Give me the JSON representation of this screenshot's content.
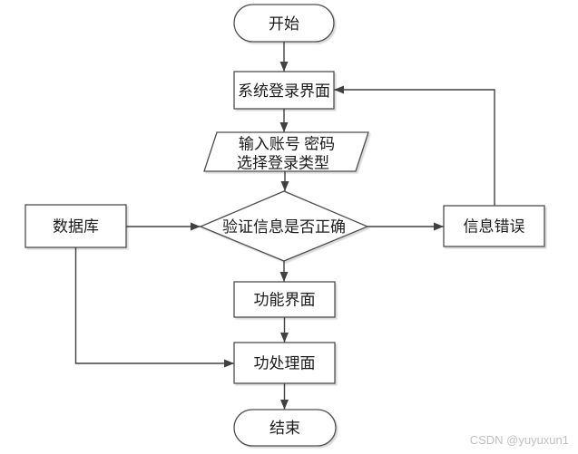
{
  "colors": {
    "background": "#ffffff",
    "line": "#404040",
    "shape-border": "#4d4d4d",
    "shape-fill": "#ffffff",
    "text": "#1a1a1a",
    "watermark": "#c0c0c0"
  },
  "flowchart": {
    "nodes": {
      "start": {
        "type": "terminator",
        "label": "开始"
      },
      "login": {
        "type": "process",
        "label": "系统登录界面"
      },
      "input": {
        "type": "input-output",
        "line1": "输入账号 密码",
        "line2": "选择登录类型"
      },
      "verify": {
        "type": "decision",
        "label": "验证信息是否正确"
      },
      "database": {
        "type": "process",
        "label": "数据库"
      },
      "error": {
        "type": "process",
        "label": "信息错误"
      },
      "function": {
        "type": "process",
        "label": "功能界面"
      },
      "processing": {
        "type": "process",
        "label": "功处理面"
      },
      "end": {
        "type": "terminator",
        "label": "结束"
      }
    },
    "edges": [
      {
        "from": "start",
        "to": "login"
      },
      {
        "from": "login",
        "to": "input"
      },
      {
        "from": "input",
        "to": "verify"
      },
      {
        "from": "verify",
        "to": "function"
      },
      {
        "from": "function",
        "to": "processing"
      },
      {
        "from": "processing",
        "to": "end"
      },
      {
        "from": "database",
        "to": "verify"
      },
      {
        "from": "verify",
        "to": "error"
      },
      {
        "from": "error",
        "to": "login"
      },
      {
        "from": "database",
        "to": "processing"
      }
    ]
  },
  "watermark": {
    "text": "CSDN @yuyuxun1"
  }
}
